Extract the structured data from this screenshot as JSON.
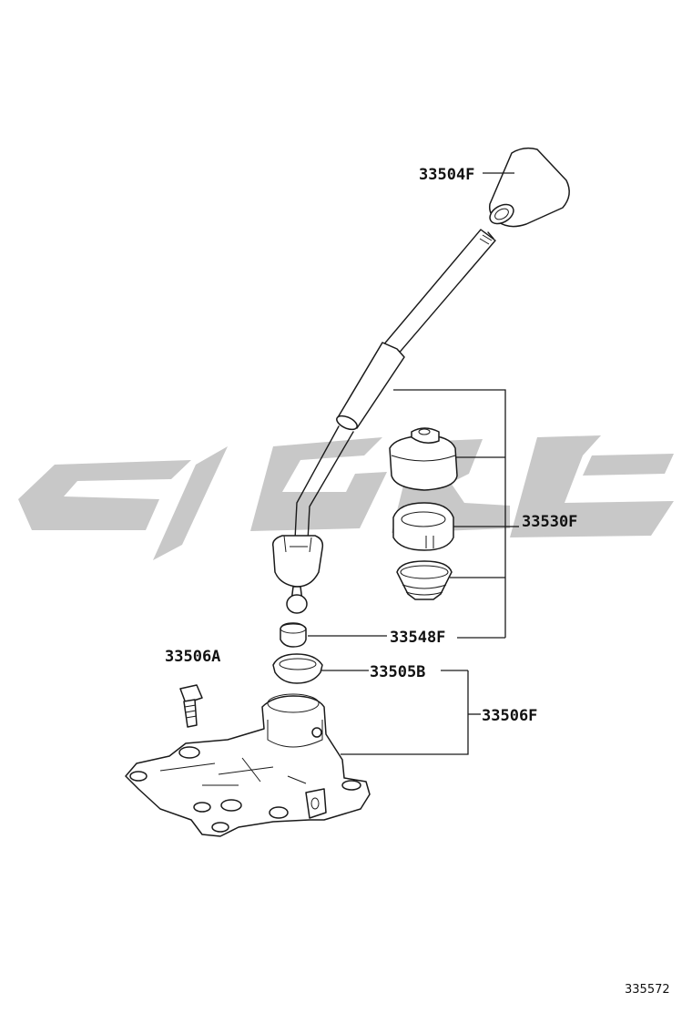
{
  "diagram": {
    "callouts": {
      "knob": "33504F",
      "boot_set": "33530F",
      "bushing": "33548F",
      "seat": "33505B",
      "bolt": "33506A",
      "housing": "33506F"
    },
    "figure_number": "335572"
  },
  "watermark": {
    "color": "#c8c8c8"
  },
  "colors": {
    "line": "#1a1a1a",
    "background": "#ffffff"
  }
}
